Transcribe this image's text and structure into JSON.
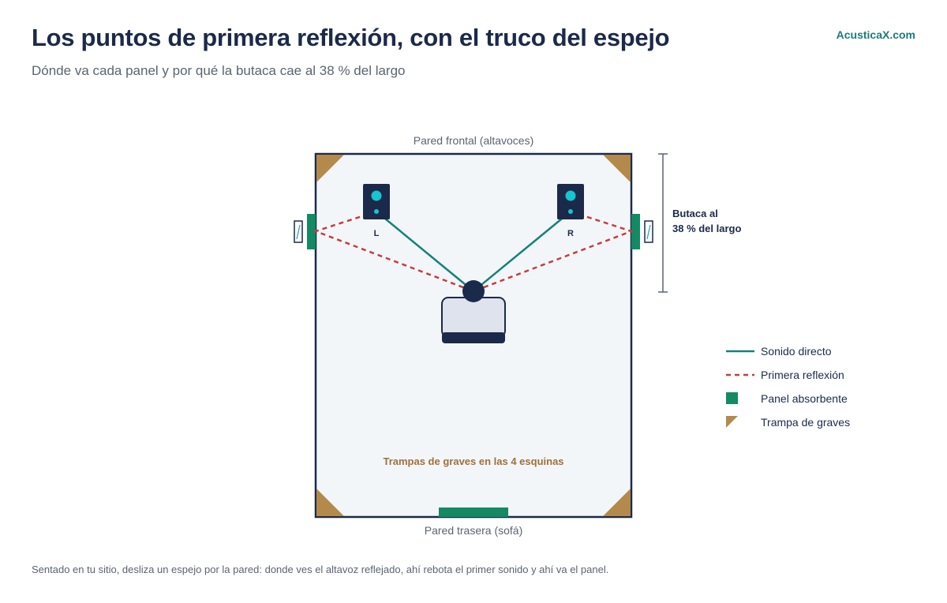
{
  "header": {
    "title": "Los puntos de primera reflexión, con el truco del espejo",
    "subtitle": "Dónde va cada panel y por qué la butaca cae al 38 % del largo",
    "brand": "AcusticaX.com"
  },
  "room": {
    "front_wall_label": "Pared frontal (altavoces)",
    "back_wall_label": "Pared trasera (sofá)",
    "left_speaker_label": "L",
    "right_speaker_label": "R",
    "bass_traps_note": "Trampas de graves en las 4 esquinas",
    "seat_position": {
      "line1": "Butaca al",
      "line2": "38 % del largo",
      "fraction_of_length": 0.38
    }
  },
  "legend": {
    "items": [
      {
        "label": "Sonido directo",
        "symbol": "solid-line",
        "color": "#17807a"
      },
      {
        "label": "Primera reflexión",
        "symbol": "dashed-line",
        "color": "#c63d3d"
      },
      {
        "label": "Panel absorbente",
        "symbol": "square",
        "color": "#138a63"
      },
      {
        "label": "Trampa de graves",
        "symbol": "triangle",
        "color": "#b38a4b"
      }
    ]
  },
  "colors": {
    "navy": "#1b2a4a",
    "teal": "#17807a",
    "reflection": "#c63d3d",
    "panel": "#138a63",
    "bass_trap": "#b38a4b",
    "speaker_cone": "#15c5d0",
    "room_fill": "#f3f6f9",
    "bass_traps_note": "#a0703a"
  },
  "footer": {
    "text": "Sentado en tu sitio, desliza un espejo por la pared: donde ves el altavoz reflejado, ahí rebota el primer sonido y ahí va el panel."
  }
}
